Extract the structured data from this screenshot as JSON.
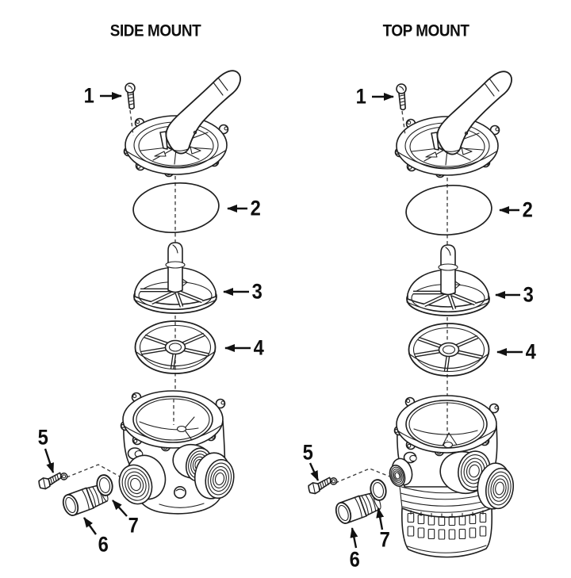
{
  "page": {
    "background": "#ffffff",
    "ink": "#1f1f1f"
  },
  "diagram": {
    "columns": [
      {
        "id": "side-mount",
        "title": "SIDE MOUNT",
        "callouts": [
          "1",
          "2",
          "3",
          "4",
          "5",
          "6",
          "7"
        ]
      },
      {
        "id": "top-mount",
        "title": "TOP MOUNT",
        "callouts": [
          "1",
          "2",
          "3",
          "4",
          "5",
          "6",
          "7"
        ]
      }
    ]
  }
}
